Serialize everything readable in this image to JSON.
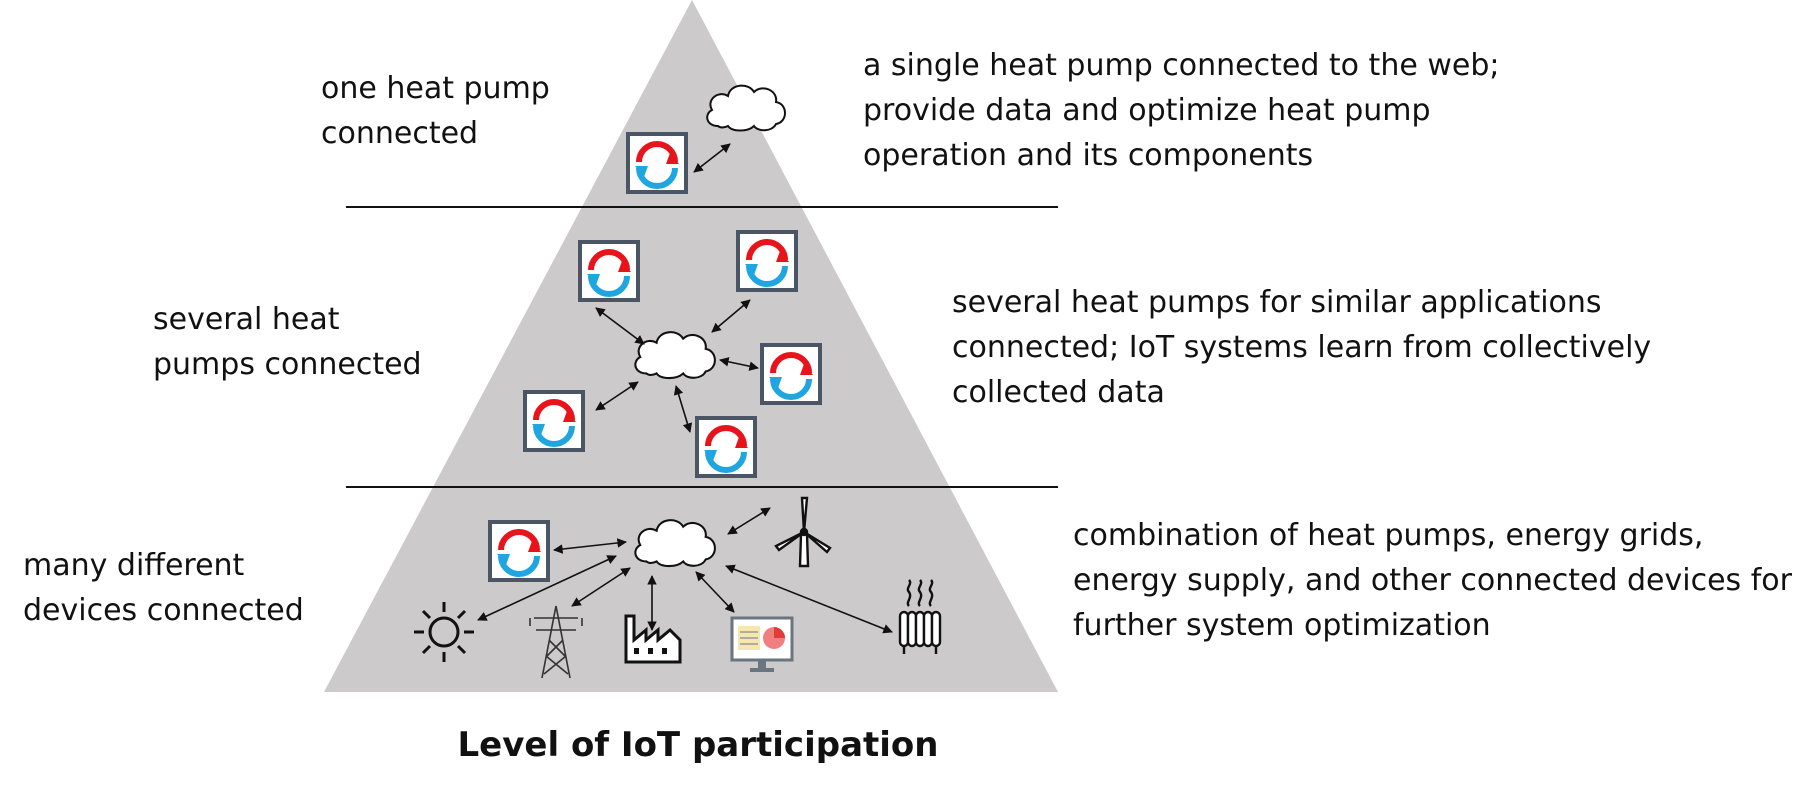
{
  "pyramid": {
    "fill_color": "#CCCACA",
    "levels": [
      {
        "name": "top",
        "left_label": [
          "one heat pump",
          "connected"
        ],
        "right_label": [
          "a single heat pump connected to the web;",
          "provide data and optimize heat pump",
          "operation and its components"
        ]
      },
      {
        "name": "middle",
        "left_label": [
          "several heat",
          "pumps connected"
        ],
        "right_label": [
          "several heat pumps for similar applications",
          "connected; IoT systems learn from collectively",
          "collected data"
        ]
      },
      {
        "name": "bottom",
        "left_label": [
          "many different",
          "devices connected"
        ],
        "right_label": [
          "combination of heat pumps, energy grids,",
          "energy supply, and other connected devices for",
          "further system optimization"
        ]
      }
    ]
  },
  "icons": {
    "heat_pump": "heat-pump-icon",
    "cloud": "cloud-icon",
    "sun": "sun-icon",
    "pylon": "power-pylon-icon",
    "factory": "factory-icon",
    "monitor": "monitor-chart-icon",
    "wind": "wind-turbine-icon",
    "radiator": "radiator-icon"
  },
  "colors": {
    "heat_pump_red": "#E8131B",
    "heat_pump_blue": "#1FA6E0",
    "heat_pump_frame": "#4A5566",
    "monitor_accent": "#F08080"
  },
  "footer": {
    "title": "Level of IoT participation"
  }
}
